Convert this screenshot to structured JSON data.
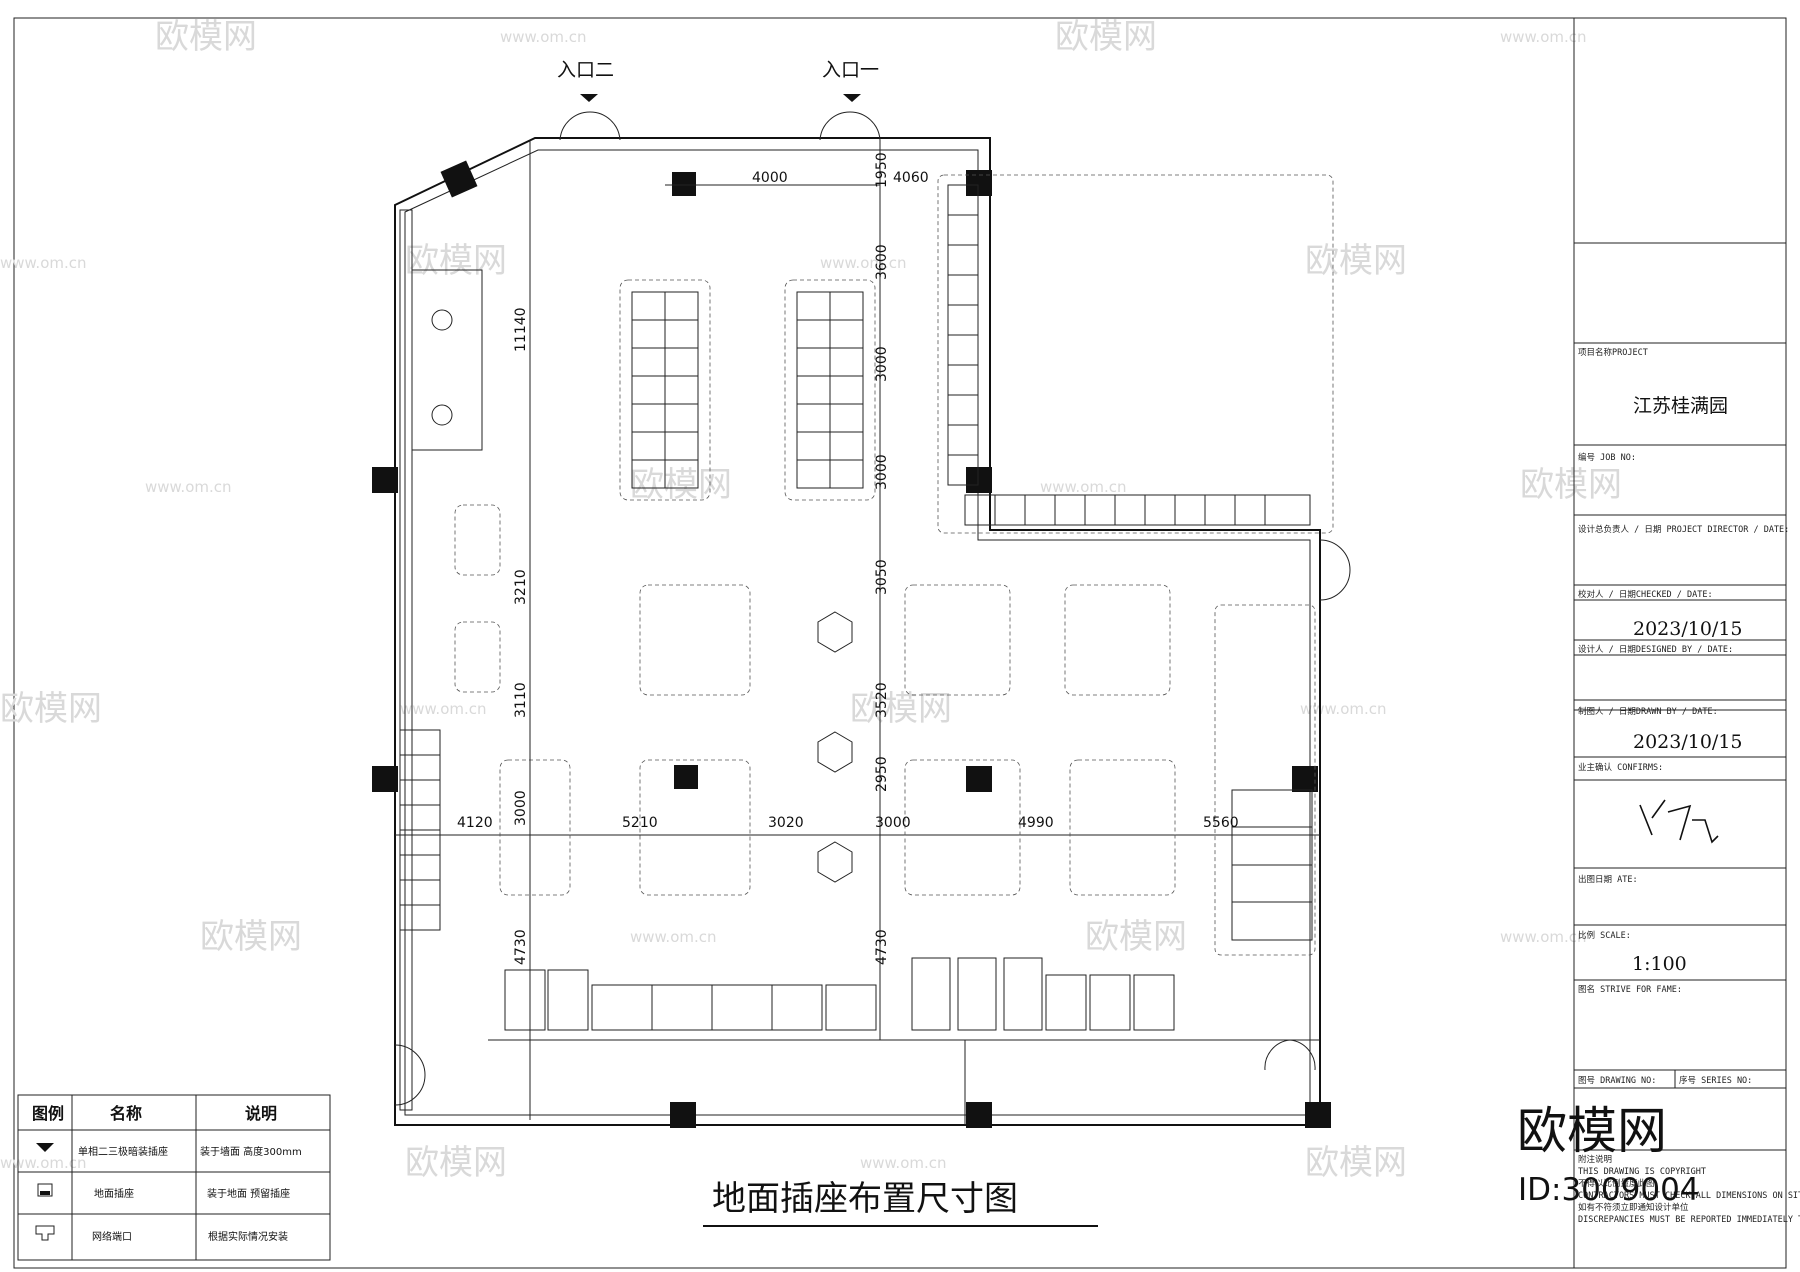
{
  "drawing": {
    "title": "地面插座布置尺寸图",
    "entrances": {
      "one": "入口一",
      "two": "入口二"
    }
  },
  "dimensions": {
    "top_4000": "4000",
    "top_1950": "1950",
    "top_4060": "4060",
    "left_11140": "11140",
    "left_3210": "3210",
    "left_3110": "3110",
    "left_3000": "3000",
    "left_4730": "4730",
    "mid_3600": "3600",
    "mid_3000a": "3000",
    "mid_3000b": "3000",
    "mid_3050": "3050",
    "mid_3520": "3520",
    "mid_2950": "2950",
    "mid_4730": "4730",
    "row_4120": "4120",
    "row_5210": "5210",
    "row_3020": "3020",
    "row_3000": "3000",
    "row_4990": "4990",
    "row_5560": "5560"
  },
  "title_block": {
    "project_label": "项目名称PROJECT",
    "project_name": "江苏桂满园",
    "job_label": "编号 JOB NO:",
    "director_label": "设计总负责人 / 日期 PROJECT DIRECTOR / DATE:",
    "checked_label": "校对人 / 日期CHECKED / DATE:",
    "checked_date": "2023/10/15",
    "designed_label": "设计人 / 日期DESIGNED BY / DATE:",
    "drawn_label": "制图人 / 日期DRAWN BY / DATE:",
    "drawn_date": "2023/10/15",
    "confirm_label": "业主确认 CONFIRMS:",
    "issue_date_label": "出图日期 ATE:",
    "scale_label": "比例 SCALE:",
    "scale_value": "1:100",
    "drawing_name_label": "图名 STRIVE FOR FAME:",
    "drawing_no_label": "图号 DRAWING NO:",
    "series_no_label": "序号 SERIES NO:",
    "note_label": "附注说明",
    "note_1": "THIS DRAWING IS COPYRIGHT",
    "note_2": "不得以比例量度此图",
    "note_3": "CONTRACTORS MUST CHECK ALL DIMENSIONS ON SITE",
    "note_4": "如有不符须立即通知设计单位",
    "note_5": "DISCREPANCIES MUST BE REPORTED IMMEDIATELY TO ARCHITECT"
  },
  "legend": {
    "headers": [
      "图例",
      "名称",
      "说明"
    ],
    "rows": [
      {
        "icon": "wall-socket-icon",
        "name": "单相二三极暗装插座",
        "desc": "装于墙面 高度300mm"
      },
      {
        "icon": "floor-socket-icon",
        "name": "地面插座",
        "desc": "装于地面 预留插座"
      },
      {
        "icon": "network-port-icon",
        "name": "网络端口",
        "desc": "根据实际情况安装"
      }
    ]
  },
  "watermark": {
    "brand": "欧模网",
    "url": "www.om.cn",
    "brand_large": "欧模网",
    "id": "ID:3009004"
  }
}
